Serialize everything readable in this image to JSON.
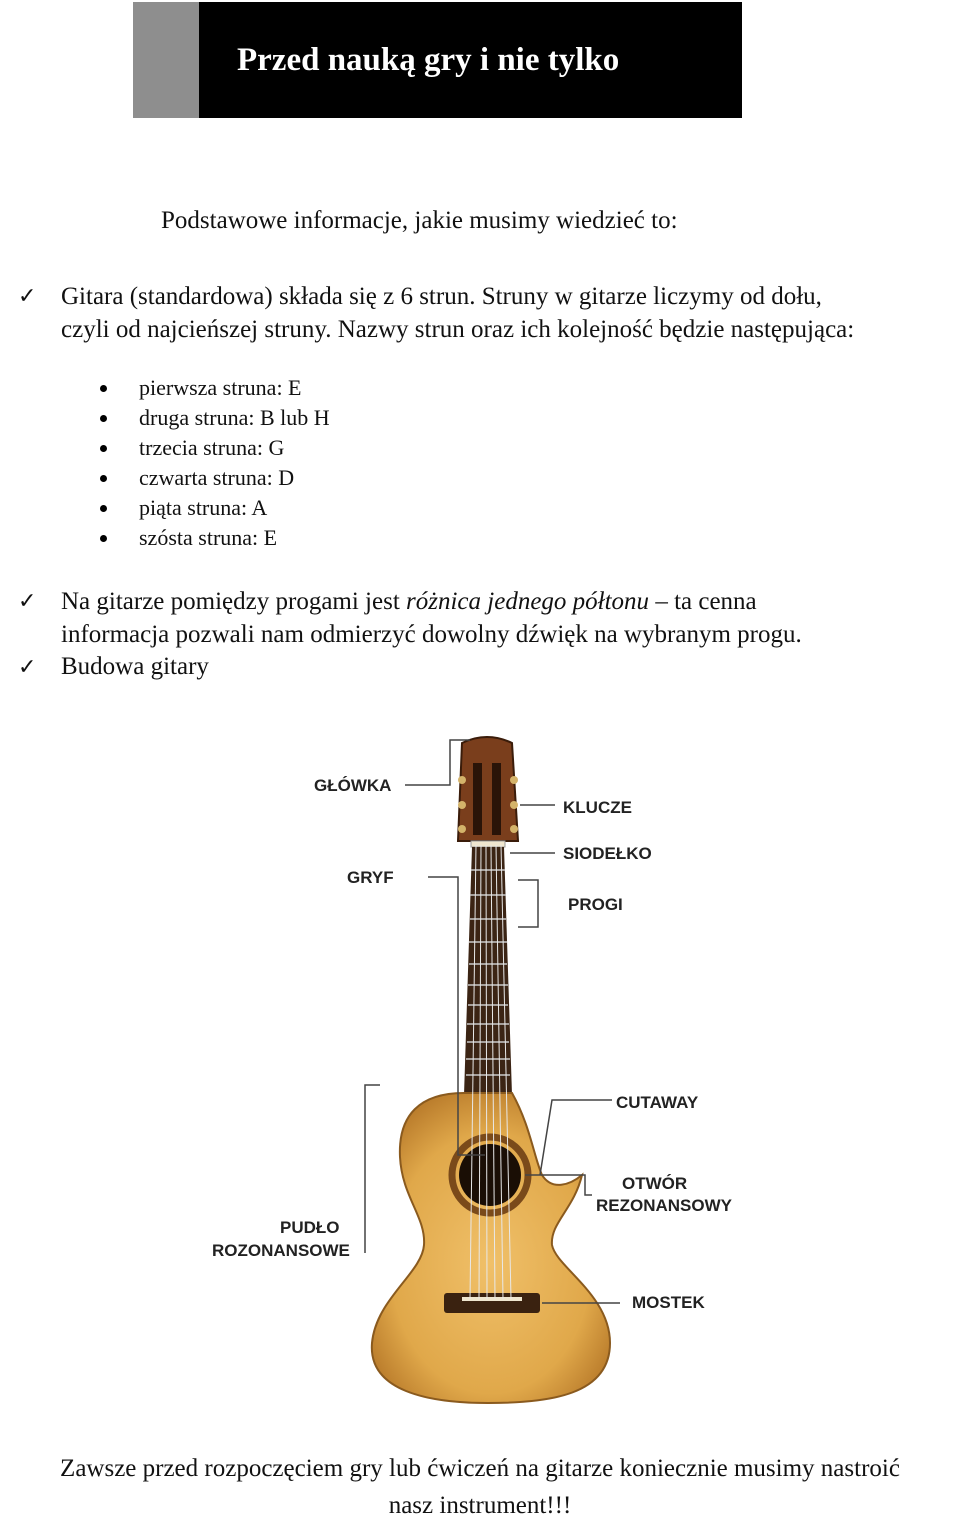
{
  "header": {
    "title": "Przed nauką gry i nie tylko"
  },
  "intro": "Podstawowe informacje, jakie musimy wiedzieć to:",
  "point1": {
    "line1": "Gitara (standardowa) składa się z 6 strun. Struny w gitarze liczymy od dołu,",
    "line2": "czyli od najcieńszej struny. Nazwy strun oraz ich kolejność będzie następująca:"
  },
  "strings": [
    "pierwsza struna: E",
    "druga struna: B lub H",
    "trzecia struna: G",
    "czwarta struna: D",
    "piąta struna: A",
    "szósta struna: E"
  ],
  "point2": {
    "before": "Na gitarze pomiędzy progami jest ",
    "emphasis": "różnica jednego półtonu",
    "after": " – ta cenna",
    "line2": "informacja pozwali nam odmierzyć dowolny dźwięk na wybranym progu."
  },
  "point3": "Budowa gitary",
  "diagram_labels": {
    "glowka": "GŁÓWKA",
    "gryf": "GRYF",
    "klucze": "KLUCZE",
    "siodelko": "SIODEŁKO",
    "progi": "PROGI",
    "cutaway": "CUTAWAY",
    "otwor1": "OTWÓR",
    "otwor2": "REZONANSOWY",
    "pudlo1": "PUDŁO",
    "pudlo2": "ROZONANSOWE",
    "mostek": "MOSTEK"
  },
  "footer": {
    "line1": "Zawsze przed rozpoczęciem gry lub ćwiczeń na gitarze koniecznie musimy nastroić",
    "line2": "nasz instrument!!!"
  },
  "colors": {
    "banner": "#000000",
    "stripe": "#8e8e8e",
    "body_wood": "#e0a84a",
    "neck": "#3b2414"
  }
}
